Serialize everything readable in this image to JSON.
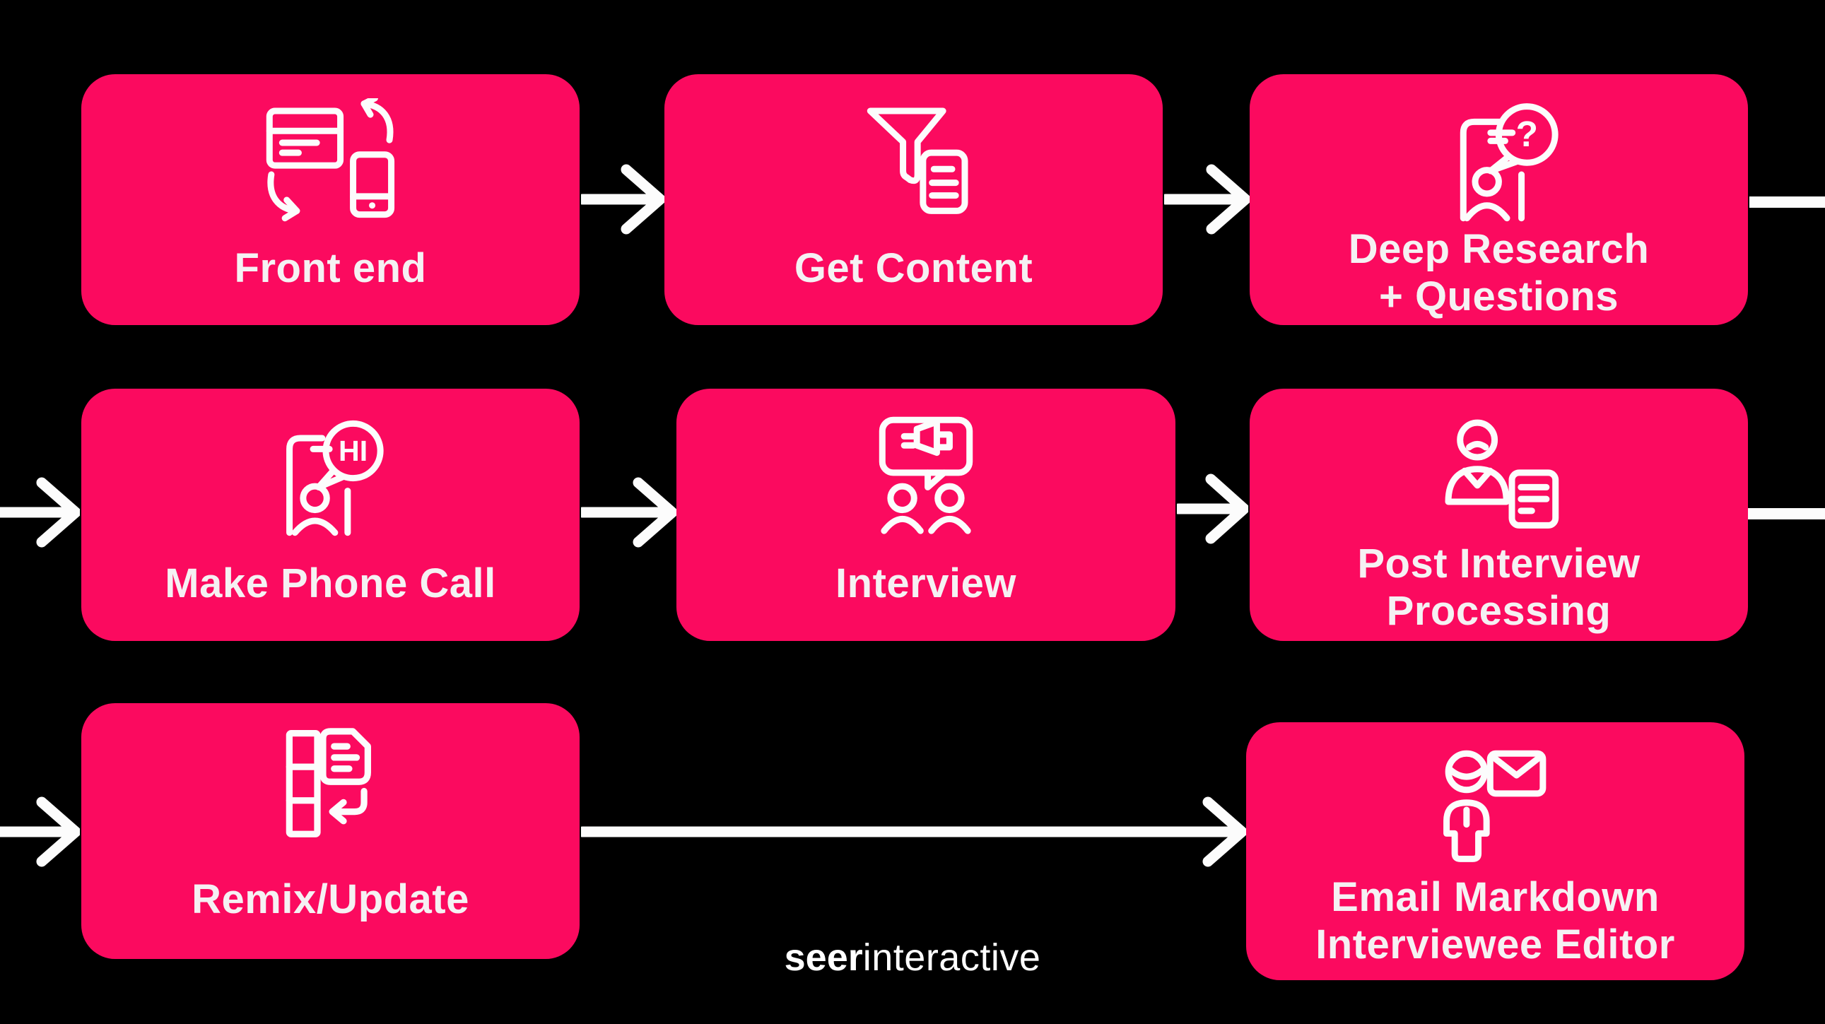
{
  "colors": {
    "background": "#000000",
    "card": "#FB0A5F",
    "text": "#F5F1F3",
    "arrow": "#FCFCFC"
  },
  "cards": [
    {
      "id": "front-end",
      "label": "Front end",
      "icon": "desktop-mobile-sync-icon"
    },
    {
      "id": "get-content",
      "label": "Get Content",
      "icon": "funnel-document-icon"
    },
    {
      "id": "deep-research-questions",
      "label": "Deep Research\n+ Questions",
      "icon": "phone-question-bubble-icon"
    },
    {
      "id": "make-phone-call",
      "label": "Make Phone Call",
      "icon": "phone-hi-bubble-icon"
    },
    {
      "id": "interview",
      "label": "Interview",
      "icon": "speech-bubble-people-icon"
    },
    {
      "id": "post-interview-processing",
      "label": "Post Interview\nProcessing",
      "icon": "person-document-icon"
    },
    {
      "id": "remix-update",
      "label": "Remix/Update",
      "icon": "table-document-return-icon"
    },
    {
      "id": "email-markdown-interviewee-editor",
      "label": "Email Markdown\nInterviewee Editor",
      "icon": "person-envelope-icon"
    }
  ],
  "icon_text": {
    "question_mark": "?",
    "hi": "HI"
  },
  "arrows": [
    {
      "from": "front-end",
      "to": "get-content"
    },
    {
      "from": "get-content",
      "to": "deep-research-questions"
    },
    {
      "from": "deep-research-questions",
      "to": "edge-right"
    },
    {
      "from": "edge-left",
      "to": "make-phone-call"
    },
    {
      "from": "make-phone-call",
      "to": "interview"
    },
    {
      "from": "interview",
      "to": "post-interview-processing"
    },
    {
      "from": "post-interview-processing",
      "to": "edge-right"
    },
    {
      "from": "edge-left",
      "to": "remix-update"
    },
    {
      "from": "remix-update",
      "to": "email-markdown-interviewee-editor"
    }
  ],
  "logo": {
    "bold": "seer",
    "light": "interactive"
  }
}
